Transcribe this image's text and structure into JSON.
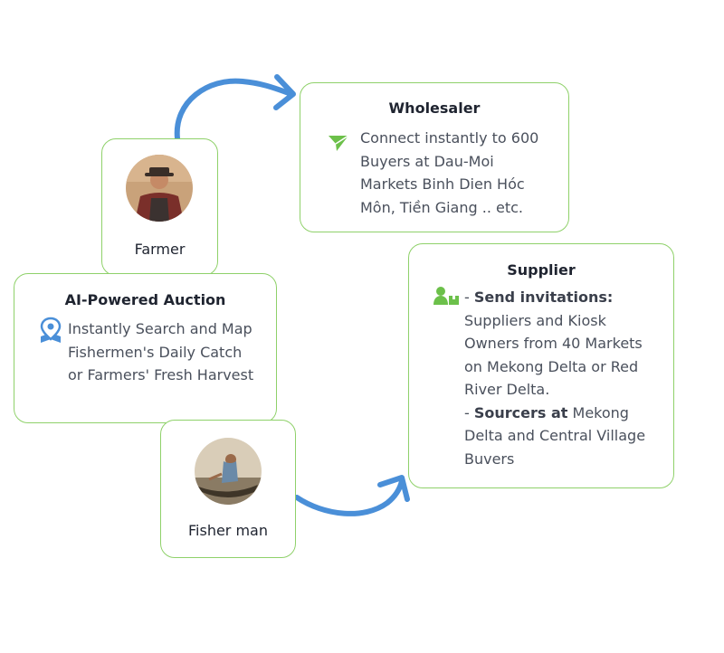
{
  "actors": {
    "farmer": {
      "label": "Farmer"
    },
    "fisherman": {
      "label": "Fisher man"
    }
  },
  "wholesaler": {
    "title": "Wholesaler",
    "text": "Connect instantly to 600 Buyers at Dau-Moi Markets Binh Dien Hóc Môn, Tiền Giang .. etc.",
    "icon": "send-icon"
  },
  "auction": {
    "title": "AI-Powered Auction",
    "text": "Instantly Search and Map Fishermen's Daily Catch or Farmers' Fresh Harvest",
    "icon": "map-pin-icon"
  },
  "supplier": {
    "title": "Supplier",
    "icon": "supplier-icon",
    "invite_prefix": "- ",
    "invite_label": "Send invitations:",
    "invite_text": "Suppliers and Kiosk Owners from 40 Markets on Mekong Delta or Red River Delta.",
    "sourcer_prefix": "- ",
    "sourcer_label": "Sourcers at",
    "sourcer_text": " Mekong Delta and Central Village Buvers"
  },
  "colors": {
    "card_border": "#8fd16a",
    "arrow": "#4a8fd8",
    "icon_green": "#6cc04a",
    "icon_blue": "#4a8fd8"
  }
}
